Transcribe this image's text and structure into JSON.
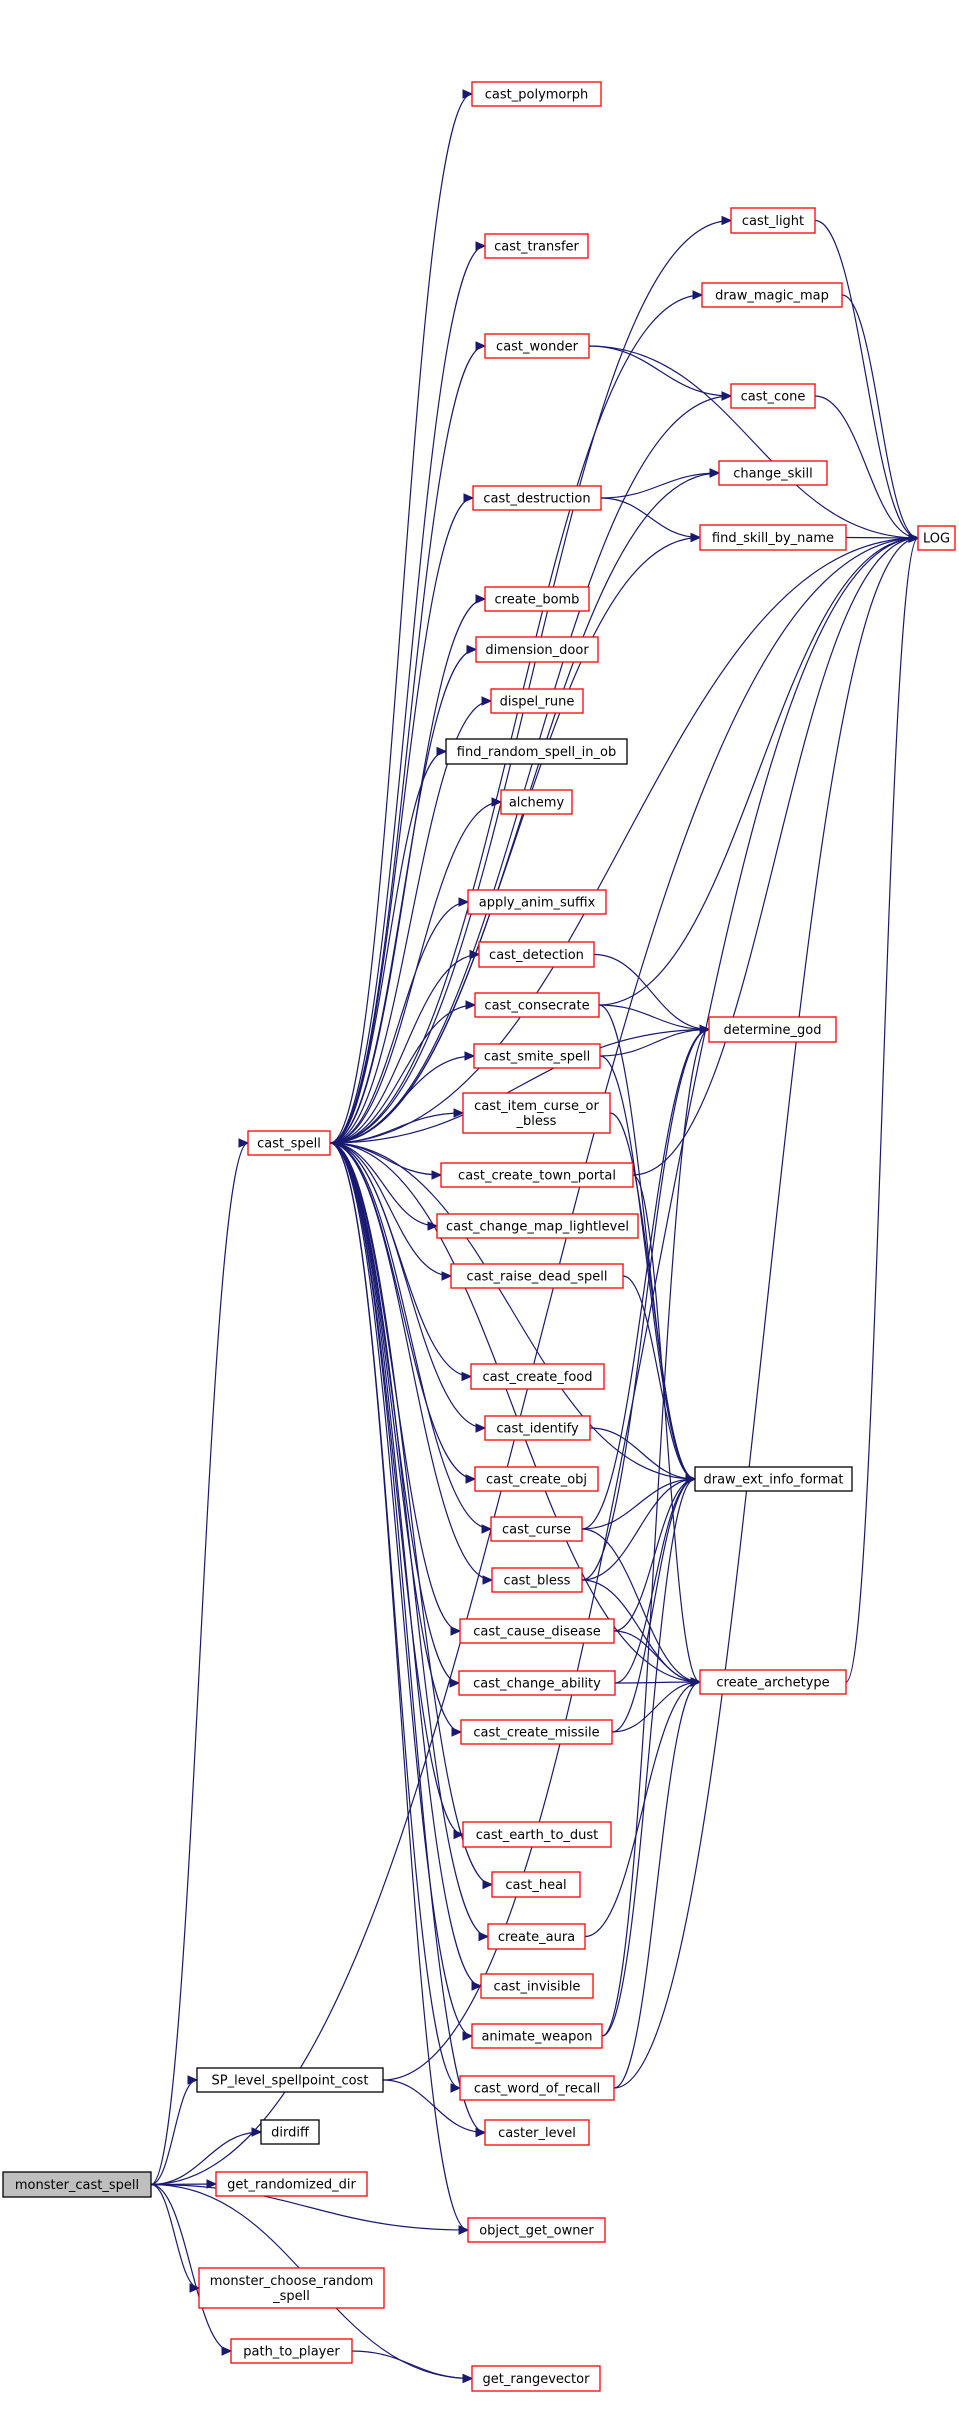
{
  "colors": {
    "edge": "#191970",
    "border_normal": "#ff0000",
    "border_plain": "#000000",
    "fill_root": "#bfbfbf",
    "fill_default": "#ffffff"
  },
  "nodes": {
    "monster_cast_spell": {
      "label": [
        "monster_cast_spell"
      ],
      "style": "root"
    },
    "cast_spell": {
      "label": [
        "cast_spell"
      ],
      "style": "red"
    },
    "SP_level_spellpoint_cost": {
      "label": [
        "SP_level_spellpoint_cost"
      ],
      "style": "black"
    },
    "dirdiff": {
      "label": [
        "dirdiff"
      ],
      "style": "black"
    },
    "get_randomized_dir": {
      "label": [
        "get_randomized_dir"
      ],
      "style": "red"
    },
    "monster_choose_random_spell": {
      "label": [
        "monster_choose_random",
        "_spell"
      ],
      "style": "red"
    },
    "path_to_player": {
      "label": [
        "path_to_player"
      ],
      "style": "red"
    },
    "object_get_owner": {
      "label": [
        "object_get_owner"
      ],
      "style": "red"
    },
    "get_rangevector": {
      "label": [
        "get_rangevector"
      ],
      "style": "red"
    },
    "caster_level": {
      "label": [
        "caster_level"
      ],
      "style": "red"
    },
    "cast_polymorph": {
      "label": [
        "cast_polymorph"
      ],
      "style": "red"
    },
    "cast_light": {
      "label": [
        "cast_light"
      ],
      "style": "red"
    },
    "cast_transfer": {
      "label": [
        "cast_transfer"
      ],
      "style": "red"
    },
    "draw_magic_map": {
      "label": [
        "draw_magic_map"
      ],
      "style": "red"
    },
    "cast_wonder": {
      "label": [
        "cast_wonder"
      ],
      "style": "red"
    },
    "cast_cone": {
      "label": [
        "cast_cone"
      ],
      "style": "red"
    },
    "change_skill": {
      "label": [
        "change_skill"
      ],
      "style": "red"
    },
    "cast_destruction": {
      "label": [
        "cast_destruction"
      ],
      "style": "red"
    },
    "find_skill_by_name": {
      "label": [
        "find_skill_by_name"
      ],
      "style": "red"
    },
    "LOG": {
      "label": [
        "LOG"
      ],
      "style": "red"
    },
    "create_bomb": {
      "label": [
        "create_bomb"
      ],
      "style": "red"
    },
    "dimension_door": {
      "label": [
        "dimension_door"
      ],
      "style": "red"
    },
    "dispel_rune": {
      "label": [
        "dispel_rune"
      ],
      "style": "red"
    },
    "find_random_spell_in_ob": {
      "label": [
        "find_random_spell_in_ob"
      ],
      "style": "black"
    },
    "alchemy": {
      "label": [
        "alchemy"
      ],
      "style": "red"
    },
    "apply_anim_suffix": {
      "label": [
        "apply_anim_suffix"
      ],
      "style": "red"
    },
    "cast_detection": {
      "label": [
        "cast_detection"
      ],
      "style": "red"
    },
    "cast_consecrate": {
      "label": [
        "cast_consecrate"
      ],
      "style": "red"
    },
    "determine_god": {
      "label": [
        "determine_god"
      ],
      "style": "red"
    },
    "cast_smite_spell": {
      "label": [
        "cast_smite_spell"
      ],
      "style": "red"
    },
    "cast_item_curse_or_bless": {
      "label": [
        "cast_item_curse_or",
        "_bless"
      ],
      "style": "red"
    },
    "cast_create_town_portal": {
      "label": [
        "cast_create_town_portal"
      ],
      "style": "red"
    },
    "cast_change_map_lightlevel": {
      "label": [
        "cast_change_map_lightlevel"
      ],
      "style": "red"
    },
    "cast_raise_dead_spell": {
      "label": [
        "cast_raise_dead_spell"
      ],
      "style": "red"
    },
    "cast_create_food": {
      "label": [
        "cast_create_food"
      ],
      "style": "red"
    },
    "cast_identify": {
      "label": [
        "cast_identify"
      ],
      "style": "red"
    },
    "draw_ext_info_format": {
      "label": [
        "draw_ext_info_format"
      ],
      "style": "black"
    },
    "cast_create_obj": {
      "label": [
        "cast_create_obj"
      ],
      "style": "red"
    },
    "cast_curse": {
      "label": [
        "cast_curse"
      ],
      "style": "red"
    },
    "cast_bless": {
      "label": [
        "cast_bless"
      ],
      "style": "red"
    },
    "cast_cause_disease": {
      "label": [
        "cast_cause_disease"
      ],
      "style": "red"
    },
    "cast_change_ability": {
      "label": [
        "cast_change_ability"
      ],
      "style": "red"
    },
    "create_archetype": {
      "label": [
        "create_archetype"
      ],
      "style": "red"
    },
    "cast_create_missile": {
      "label": [
        "cast_create_missile"
      ],
      "style": "red"
    },
    "cast_earth_to_dust": {
      "label": [
        "cast_earth_to_dust"
      ],
      "style": "red"
    },
    "cast_heal": {
      "label": [
        "cast_heal"
      ],
      "style": "red"
    },
    "create_aura": {
      "label": [
        "create_aura"
      ],
      "style": "red"
    },
    "cast_invisible": {
      "label": [
        "cast_invisible"
      ],
      "style": "red"
    },
    "animate_weapon": {
      "label": [
        "animate_weapon"
      ],
      "style": "red"
    },
    "cast_word_of_recall": {
      "label": [
        "cast_word_of_recall"
      ],
      "style": "red"
    }
  },
  "edges": [
    [
      "monster_cast_spell",
      "cast_spell"
    ],
    [
      "monster_cast_spell",
      "SP_level_spellpoint_cost"
    ],
    [
      "monster_cast_spell",
      "dirdiff"
    ],
    [
      "monster_cast_spell",
      "get_randomized_dir"
    ],
    [
      "monster_cast_spell",
      "monster_choose_random_spell"
    ],
    [
      "monster_cast_spell",
      "path_to_player"
    ],
    [
      "monster_cast_spell",
      "object_get_owner"
    ],
    [
      "monster_cast_spell",
      "get_rangevector"
    ],
    [
      "monster_cast_spell",
      "LOG"
    ],
    [
      "SP_level_spellpoint_cost",
      "caster_level"
    ],
    [
      "SP_level_spellpoint_cost",
      "LOG"
    ],
    [
      "path_to_player",
      "get_rangevector"
    ],
    [
      "cast_spell",
      "cast_polymorph"
    ],
    [
      "cast_spell",
      "cast_light"
    ],
    [
      "cast_spell",
      "cast_transfer"
    ],
    [
      "cast_spell",
      "draw_magic_map"
    ],
    [
      "cast_spell",
      "cast_wonder"
    ],
    [
      "cast_spell",
      "cast_cone"
    ],
    [
      "cast_spell",
      "change_skill"
    ],
    [
      "cast_spell",
      "cast_destruction"
    ],
    [
      "cast_spell",
      "find_skill_by_name"
    ],
    [
      "cast_spell",
      "create_bomb"
    ],
    [
      "cast_spell",
      "dimension_door"
    ],
    [
      "cast_spell",
      "dispel_rune"
    ],
    [
      "cast_spell",
      "find_random_spell_in_ob"
    ],
    [
      "cast_spell",
      "alchemy"
    ],
    [
      "cast_spell",
      "determine_god"
    ],
    [
      "cast_spell",
      "apply_anim_suffix"
    ],
    [
      "cast_spell",
      "cast_detection"
    ],
    [
      "cast_spell",
      "cast_consecrate"
    ],
    [
      "cast_spell",
      "cast_smite_spell"
    ],
    [
      "cast_spell",
      "cast_item_curse_or_bless"
    ],
    [
      "cast_spell",
      "cast_create_town_portal"
    ],
    [
      "cast_spell",
      "cast_change_map_lightlevel"
    ],
    [
      "cast_spell",
      "cast_raise_dead_spell"
    ],
    [
      "cast_spell",
      "draw_ext_info_format"
    ],
    [
      "cast_spell",
      "cast_create_food"
    ],
    [
      "cast_spell",
      "cast_identify"
    ],
    [
      "cast_spell",
      "cast_create_obj"
    ],
    [
      "cast_spell",
      "cast_curse"
    ],
    [
      "cast_spell",
      "cast_bless"
    ],
    [
      "cast_spell",
      "cast_cause_disease"
    ],
    [
      "cast_spell",
      "cast_change_ability"
    ],
    [
      "cast_spell",
      "create_archetype"
    ],
    [
      "cast_spell",
      "cast_create_missile"
    ],
    [
      "cast_spell",
      "cast_earth_to_dust"
    ],
    [
      "cast_spell",
      "cast_heal"
    ],
    [
      "cast_spell",
      "create_aura"
    ],
    [
      "cast_spell",
      "cast_invisible"
    ],
    [
      "cast_spell",
      "animate_weapon"
    ],
    [
      "cast_spell",
      "cast_word_of_recall"
    ],
    [
      "cast_spell",
      "caster_level"
    ],
    [
      "cast_spell",
      "object_get_owner"
    ],
    [
      "cast_spell",
      "LOG"
    ],
    [
      "cast_light",
      "LOG"
    ],
    [
      "draw_magic_map",
      "LOG"
    ],
    [
      "cast_wonder",
      "cast_cone"
    ],
    [
      "cast_wonder",
      "LOG"
    ],
    [
      "cast_cone",
      "LOG"
    ],
    [
      "cast_destruction",
      "change_skill"
    ],
    [
      "cast_destruction",
      "find_skill_by_name"
    ],
    [
      "find_skill_by_name",
      "LOG"
    ],
    [
      "cast_detection",
      "determine_god"
    ],
    [
      "cast_consecrate",
      "determine_god"
    ],
    [
      "cast_consecrate",
      "draw_ext_info_format"
    ],
    [
      "cast_consecrate",
      "LOG"
    ],
    [
      "cast_smite_spell",
      "determine_god"
    ],
    [
      "cast_smite_spell",
      "draw_ext_info_format"
    ],
    [
      "cast_item_curse_or_bless",
      "draw_ext_info_format"
    ],
    [
      "cast_create_town_portal",
      "LOG"
    ],
    [
      "cast_create_town_portal",
      "create_archetype"
    ],
    [
      "cast_raise_dead_spell",
      "draw_ext_info_format"
    ],
    [
      "cast_identify",
      "draw_ext_info_format"
    ],
    [
      "cast_curse",
      "determine_god"
    ],
    [
      "cast_curse",
      "draw_ext_info_format"
    ],
    [
      "cast_curse",
      "create_archetype"
    ],
    [
      "cast_bless",
      "determine_god"
    ],
    [
      "cast_bless",
      "draw_ext_info_format"
    ],
    [
      "cast_bless",
      "create_archetype"
    ],
    [
      "cast_cause_disease",
      "draw_ext_info_format"
    ],
    [
      "cast_cause_disease",
      "create_archetype"
    ],
    [
      "cast_change_ability",
      "draw_ext_info_format"
    ],
    [
      "cast_change_ability",
      "create_archetype"
    ],
    [
      "cast_create_missile",
      "draw_ext_info_format"
    ],
    [
      "cast_create_missile",
      "create_archetype"
    ],
    [
      "create_archetype",
      "LOG"
    ],
    [
      "create_aura",
      "create_archetype"
    ],
    [
      "animate_weapon",
      "draw_ext_info_format"
    ],
    [
      "animate_weapon",
      "determine_god"
    ],
    [
      "cast_word_of_recall",
      "create_archetype"
    ],
    [
      "cast_word_of_recall",
      "LOG"
    ]
  ]
}
